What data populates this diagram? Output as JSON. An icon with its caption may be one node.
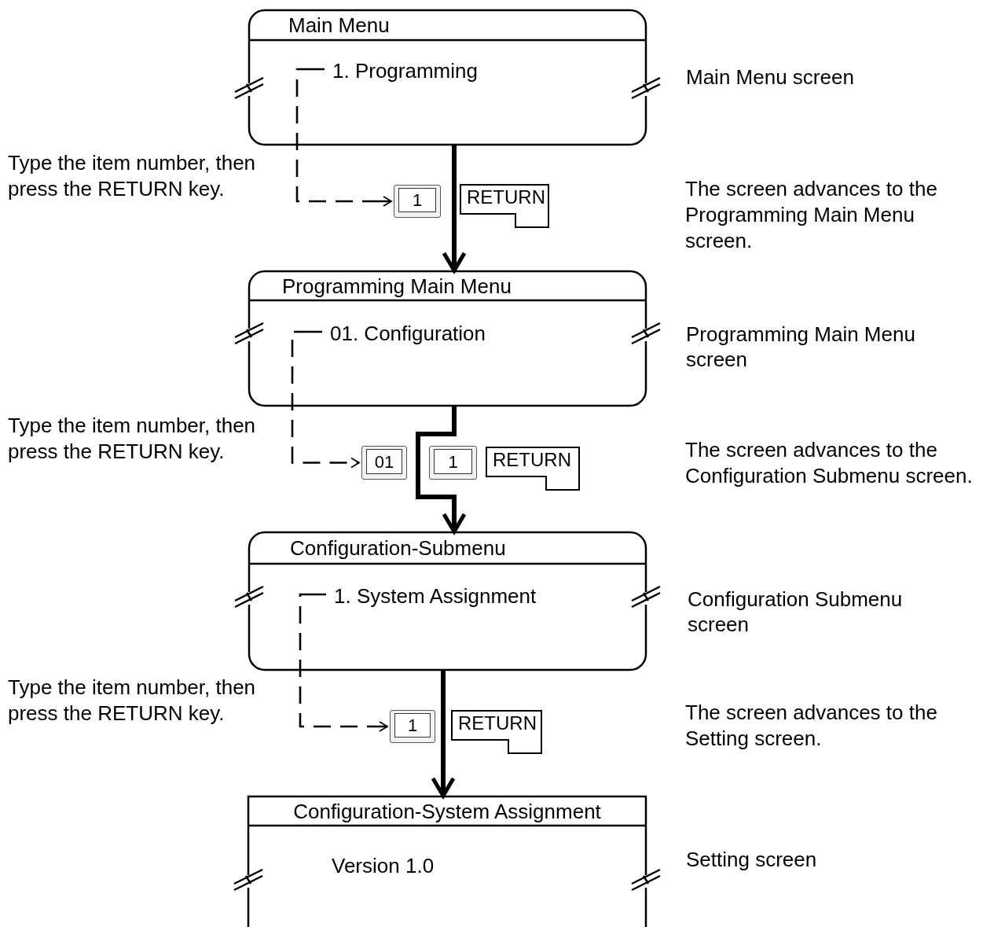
{
  "diagram": {
    "nodes": [
      {
        "text": [
          "Main Menu"
        ],
        "beside": [
          "Main Menu screen"
        ]
      },
      {
        "text": [
          "1. Programming"
        ],
        "in": 0
      },
      {
        "text": [
          "1"
        ]
      },
      {
        "text": [
          "RETURN"
        ]
      },
      {
        "text": [
          "Programming Main Menu"
        ],
        "beside": [
          "Programming Main Menu screen"
        ]
      },
      {
        "text": [
          "01. Configuration"
        ],
        "in": 4
      },
      {
        "text": [
          "01"
        ]
      },
      {
        "text": [
          "1"
        ]
      },
      {
        "text": [
          "RETURN"
        ]
      },
      {
        "text": [
          "Configuration-Submenu"
        ],
        "beside": [
          "Configuration Submenu screen"
        ]
      },
      {
        "text": [
          "1. System Assignment"
        ],
        "in": 9
      },
      {
        "text": [
          "1"
        ]
      },
      {
        "text": [
          "RETURN"
        ]
      },
      {
        "text": [
          "Configuration-System Assignment",
          "Version 1.0"
        ],
        "beside": [
          "Setting screen"
        ]
      }
    ],
    "edges": [
      {
        "from": 0,
        "to": 4,
        "arrow": "to",
        "style": "thick"
      },
      {
        "from": 1,
        "to": 2,
        "arrow": "to",
        "style": "dashed"
      },
      {
        "from": 4,
        "to": 9,
        "arrow": "to",
        "style": "thick"
      },
      {
        "from": 5,
        "to": 6,
        "arrow": "to",
        "style": "dashed"
      },
      {
        "from": 9,
        "to": 13,
        "arrow": "to",
        "style": "thick"
      },
      {
        "from": 10,
        "to": 11,
        "arrow": "to",
        "style": "dashed"
      }
    ],
    "labels": [
      "Type the item number, then press the RETURN key.",
      "The screen advances to the Programming Main Menu screen.",
      "Type the item number, then press the RETURN key.",
      "The screen advances to the Configuration Submenu screen.",
      "Type the item number, then press the RETURN key.",
      "The screen advances to the Setting screen."
    ]
  }
}
